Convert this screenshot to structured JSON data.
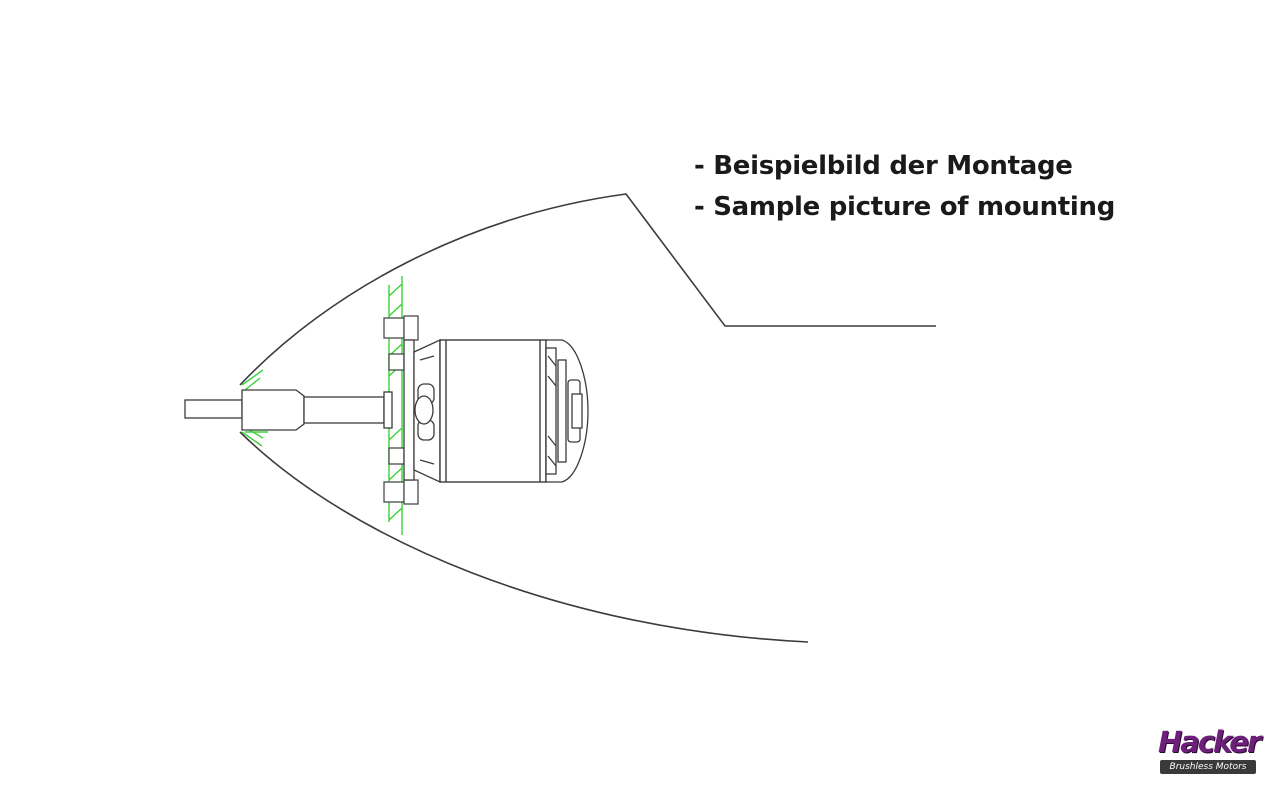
{
  "caption": {
    "line1": "- Beispielbild der Montage",
    "line2": "- Sample picture of mounting"
  },
  "logo": {
    "brand": "Hacker",
    "tagline": "Brushless Motors"
  },
  "colors": {
    "outline": "#3c3c3c",
    "firewall_hatch": "#3ad23a",
    "logo_brand": "#6d1f7a",
    "logo_tag_bg": "#3a3a3a"
  }
}
